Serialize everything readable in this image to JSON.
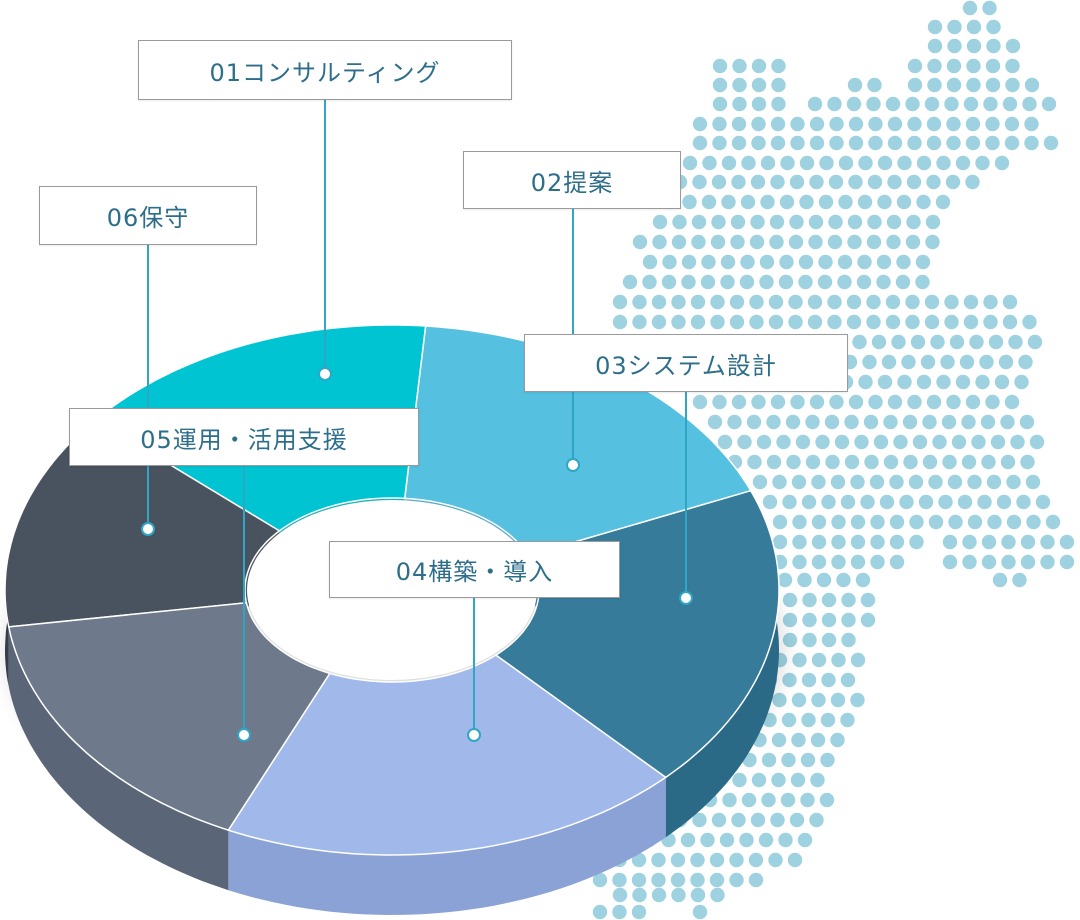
{
  "diagram": {
    "stages": [
      {
        "id": "01",
        "label": "01コンサルティング",
        "color": "#00c4d2",
        "side_color": "#00a9b4"
      },
      {
        "id": "02",
        "label": "02提案",
        "color": "#55c0e0",
        "side_color": "#3fa2c2"
      },
      {
        "id": "03",
        "label": "03システム設計",
        "color": "#367b9a",
        "side_color": "#2a6a87"
      },
      {
        "id": "04",
        "label": "04構築・導入",
        "color": "#a0b9ea",
        "side_color": "#8ba2d6"
      },
      {
        "id": "05",
        "label": "05運用・活用支援",
        "color": "#6e7a8c",
        "side_color": "#5a6577"
      },
      {
        "id": "06",
        "label": "06保守",
        "color": "#49525f",
        "side_color": "#373e49"
      }
    ],
    "label_text_color": "#2d6e8a",
    "connector_color": "#2ea6c4"
  },
  "background": {
    "map_dot_color": "#9ed2e0"
  }
}
